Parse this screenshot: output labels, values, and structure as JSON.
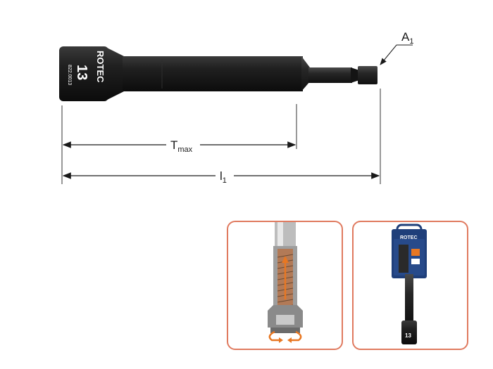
{
  "tool": {
    "brand": "ROTEC",
    "size": "13",
    "article_number": "822.0013"
  },
  "dimensions": {
    "total_length_label": "l",
    "total_length_sub": "1",
    "max_depth_label": "T",
    "max_depth_sub": "max",
    "hex_shank_label": "A",
    "hex_shank_sub": "1"
  },
  "package": {
    "brand": "ROTEC",
    "size": "13"
  },
  "colors": {
    "panel_border": "#e07a5f",
    "accent_orange": "#e87722",
    "tool_black": "#1c1c1c",
    "package_blue": "#1f3f7a"
  }
}
